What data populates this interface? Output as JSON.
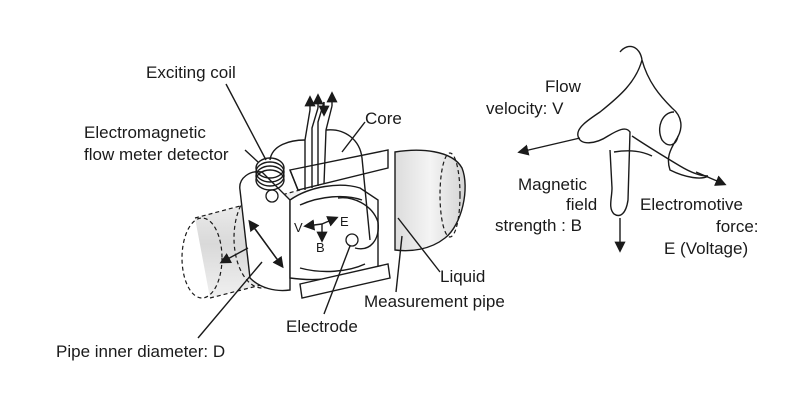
{
  "labels": {
    "exciting_coil": "Exciting coil",
    "core": "Core",
    "detector_line1": "Electromagnetic",
    "detector_line2": "flow meter detector",
    "v_mark": "V",
    "e_mark": "E",
    "b_mark": "B",
    "liquid": "Liquid",
    "measurement_pipe": "Measurement pipe",
    "electrode": "Electrode",
    "pipe_inner_diameter": "Pipe inner diameter: D"
  },
  "hand_rule": {
    "flow_velocity_line1": "Flow",
    "flow_velocity_line2": "velocity: V",
    "magnetic_field_line1": "Magnetic",
    "magnetic_field_line2": "field",
    "magnetic_field_line3": "strength : B",
    "emf_line1": "Electromotive",
    "emf_line2": "force:",
    "emf_line3": "E (Voltage)"
  },
  "colors": {
    "ink": "#1a1a1a",
    "pipe_fill": "#e6e6e6",
    "pipe_shade": "#cfcfcf"
  }
}
